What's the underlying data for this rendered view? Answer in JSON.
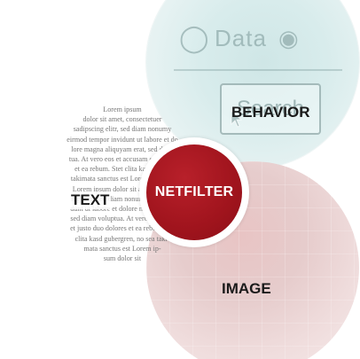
{
  "diagram": {
    "labels": {
      "behavior": "BEHAVIOR",
      "text": "TEXT",
      "image": "IMAGE",
      "center": "NETFILTER"
    },
    "behavior_fragment": {
      "word": "Data",
      "button": "Search"
    },
    "lorem_lines": [
      "Lorem ipsum",
      "dolor sit amet, consectetuer",
      "sadipscing elitr, sed diam nonumy",
      "eirmod tempor invidunt ut labore et do",
      "lore magna aliquyam erat, sed diam",
      "tua. At vero eos et accusam et justo d",
      "et ea rebum. Stet clita kasd guber",
      "takimata sanctus est Lorem ipsum d",
      "Lorem ipsum dolor sit amet, conse",
      "ing elitr, sed diam nonumy eirmod t",
      "dunt ut labore et dolore magna aliqu",
      "sed diam voluptua. At vero eos et ac",
      "et justo duo dolores et ea rebum. Ste",
      "clita kasd gubergren, no sea taki-",
      "mata sanctus est Lorem ip-",
      "sum dolor sit"
    ],
    "colors": {
      "center_fill": "#a0141d",
      "behavior_tint": "#cfe6e6",
      "image_tint": "#e8c4c4",
      "text_gray": "#777777"
    }
  }
}
